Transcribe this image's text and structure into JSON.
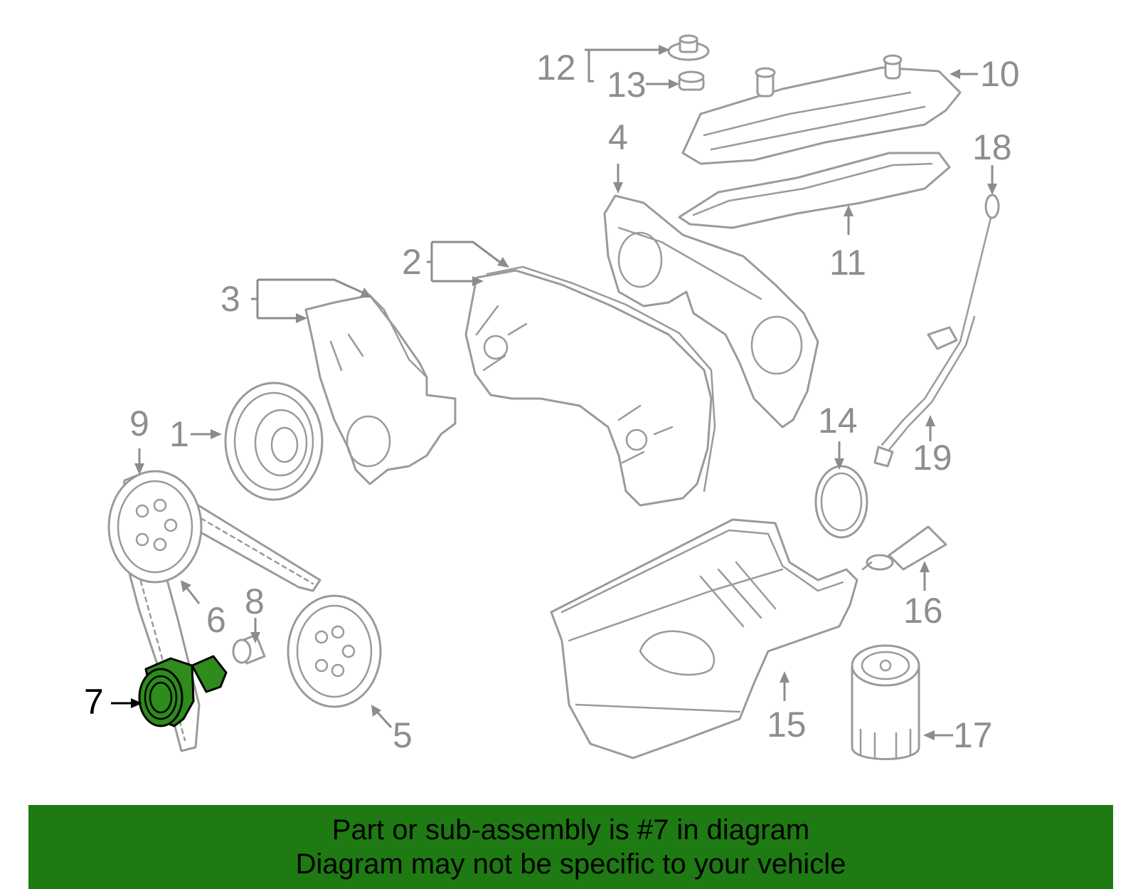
{
  "callouts": {
    "c1": "1",
    "c2": "2",
    "c3": "3",
    "c4": "4",
    "c5": "5",
    "c6": "6",
    "c7": "7",
    "c8": "8",
    "c9": "9",
    "c10": "10",
    "c11": "11",
    "c12": "12",
    "c13": "13",
    "c14": "14",
    "c15": "15",
    "c16": "16",
    "c17": "17",
    "c18": "18",
    "c19": "19"
  },
  "highlighted_part": "7",
  "colors": {
    "highlight_fill": "#2e8b1c",
    "banner_background": "#1e7a12",
    "callout_text": "#8e8e8e"
  },
  "banner": {
    "line1": "Part or sub-assembly is #7 in diagram",
    "line2": "Diagram may not be specific to your vehicle"
  }
}
